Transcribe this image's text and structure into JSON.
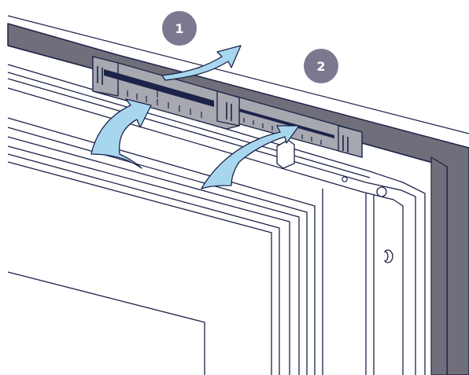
{
  "colors": {
    "frame_fill": "#6f6e7a",
    "frame_line": "#1c2348",
    "vent_fill": "#a7a8b0",
    "vent_slot": "#1c2348",
    "arrow_fill": "#a9d6ef",
    "arrow_line": "#1c2348",
    "badge_fill": "#7b7990",
    "badge_text": "#ffffff",
    "background": "#ffffff"
  },
  "labels": {
    "step1": "1",
    "step2": "2"
  },
  "icons": {
    "step1_badge": "number-badge",
    "step2_badge": "number-badge",
    "handle": "window-handle-icon"
  }
}
